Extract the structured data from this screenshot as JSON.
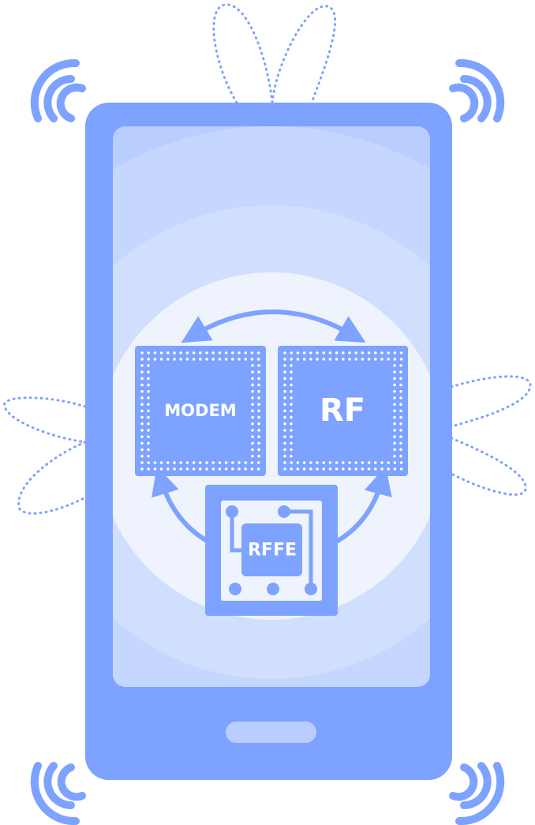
{
  "colors": {
    "phone_body": "#7da2ff",
    "screen": "#b9cdff",
    "glow_outer": "#c9d8ff",
    "glow_mid": "#d9e4ff",
    "glow_inner": "#eef3fd",
    "dots": "#7da2ff",
    "chip_text": "#ffffff"
  },
  "diagram": {
    "modem_label": "MODEM",
    "rf_label": "RF",
    "rffe_label": "RFFE"
  },
  "icons": {
    "signal_waves": "signal-wave-icon",
    "arrows": "bidirectional-arrow-icon",
    "antenna_lobes": "antenna-radiation-pattern-icon"
  }
}
